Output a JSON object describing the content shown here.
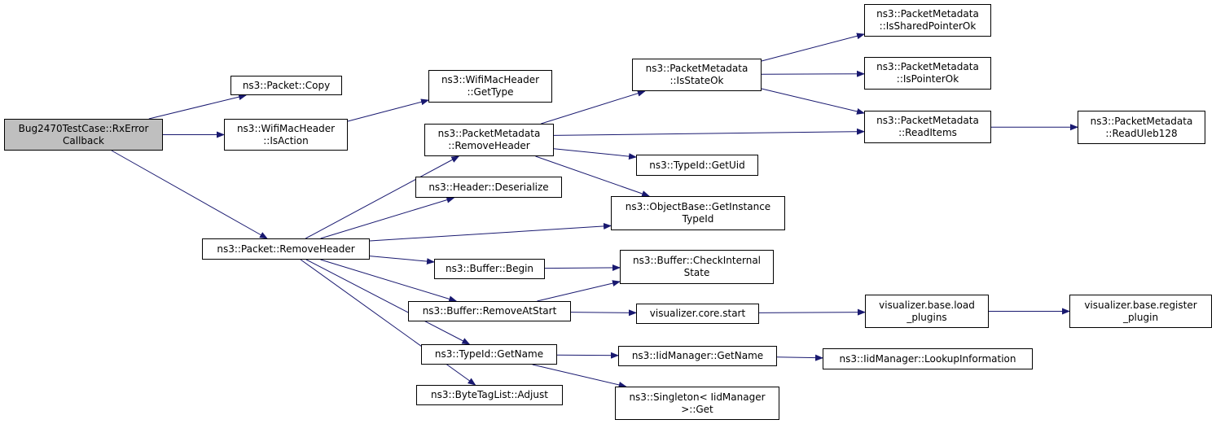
{
  "diagram": {
    "type": "call-graph",
    "colors": {
      "edge": "#191970",
      "root_fill": "#bfbfbf",
      "node_fill": "#ffffff",
      "node_border": "#000000"
    },
    "nodes": {
      "root": "Bug2470TestCase::RxError\nCallback",
      "packet_copy": "ns3::Packet::Copy",
      "wifimacheader_isaction": "ns3::WifiMacHeader\n::IsAction",
      "wifimacheader_gettype": "ns3::WifiMacHeader\n::GetType",
      "packetmetadata_removeheader": "ns3::PacketMetadata\n::RemoveHeader",
      "packetmetadata_isstateok": "ns3::PacketMetadata\n::IsStateOk",
      "packetmetadata_issharedpointerok": "ns3::PacketMetadata\n::IsSharedPointerOk",
      "packetmetadata_ispointerok": "ns3::PacketMetadata\n::IsPointerOk",
      "packetmetadata_readitems": "ns3::PacketMetadata\n::ReadItems",
      "packetmetadata_readuleb128": "ns3::PacketMetadata\n::ReadUleb128",
      "typeid_getuid": "ns3::TypeId::GetUid",
      "header_deserialize": "ns3::Header::Deserialize",
      "objectbase_getinstancetypeid": "ns3::ObjectBase::GetInstance\nTypeId",
      "packet_removeheader": "ns3::Packet::RemoveHeader",
      "buffer_begin": "ns3::Buffer::Begin",
      "buffer_checkinternalstate": "ns3::Buffer::CheckInternal\nState",
      "buffer_removeatstart": "ns3::Buffer::RemoveAtStart",
      "visualizer_core_start": "visualizer.core.start",
      "visualizer_base_load_plugins": "visualizer.base.load\n_plugins",
      "visualizer_base_register_plugin": "visualizer.base.register\n_plugin",
      "typeid_getname": "ns3::TypeId::GetName",
      "iidmanager_getname": "ns3::IidManager::GetName",
      "iidmanager_lookupinformation": "ns3::IidManager::LookupInformation",
      "singleton_get": "ns3::Singleton< IidManager\n>::Get",
      "bytetaglist_adjust": "ns3::ByteTagList::Adjust"
    },
    "edges": [
      [
        "root",
        "packet_copy"
      ],
      [
        "root",
        "wifimacheader_isaction"
      ],
      [
        "root",
        "packet_removeheader"
      ],
      [
        "wifimacheader_isaction",
        "wifimacheader_gettype"
      ],
      [
        "packet_removeheader",
        "packetmetadata_removeheader"
      ],
      [
        "packet_removeheader",
        "header_deserialize"
      ],
      [
        "packet_removeheader",
        "objectbase_getinstancetypeid"
      ],
      [
        "packet_removeheader",
        "buffer_begin"
      ],
      [
        "packet_removeheader",
        "buffer_removeatstart"
      ],
      [
        "packet_removeheader",
        "typeid_getname"
      ],
      [
        "packet_removeheader",
        "bytetaglist_adjust"
      ],
      [
        "packetmetadata_removeheader",
        "packetmetadata_isstateok"
      ],
      [
        "packetmetadata_removeheader",
        "packetmetadata_readitems"
      ],
      [
        "packetmetadata_removeheader",
        "typeid_getuid"
      ],
      [
        "packetmetadata_removeheader",
        "objectbase_getinstancetypeid"
      ],
      [
        "packetmetadata_isstateok",
        "packetmetadata_issharedpointerok"
      ],
      [
        "packetmetadata_isstateok",
        "packetmetadata_ispointerok"
      ],
      [
        "packetmetadata_isstateok",
        "packetmetadata_readitems"
      ],
      [
        "packetmetadata_readitems",
        "packetmetadata_readuleb128"
      ],
      [
        "buffer_begin",
        "buffer_checkinternalstate"
      ],
      [
        "buffer_removeatstart",
        "buffer_checkinternalstate"
      ],
      [
        "buffer_removeatstart",
        "visualizer_core_start"
      ],
      [
        "visualizer_core_start",
        "visualizer_base_load_plugins"
      ],
      [
        "visualizer_base_load_plugins",
        "visualizer_base_register_plugin"
      ],
      [
        "typeid_getname",
        "iidmanager_getname"
      ],
      [
        "typeid_getname",
        "singleton_get"
      ],
      [
        "iidmanager_getname",
        "iidmanager_lookupinformation"
      ]
    ]
  }
}
